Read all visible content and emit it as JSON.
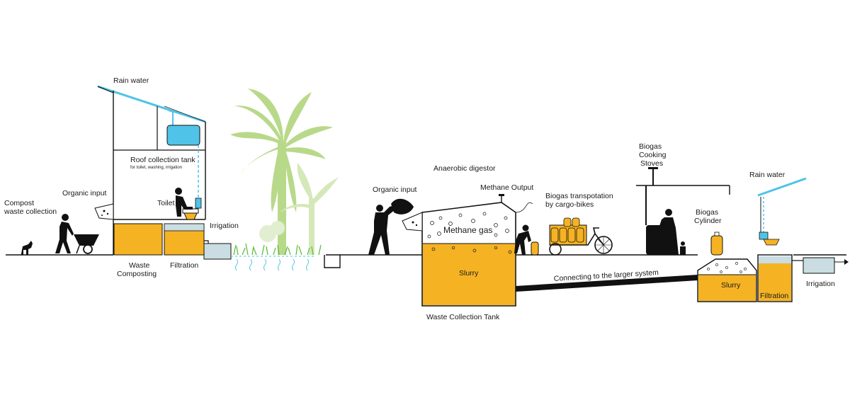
{
  "labels": {
    "rain_water_left": "Rain water",
    "roof_tank": "Roof collection tank",
    "roof_tank_sub": "for toilet, washing, irrigation",
    "compost_line1": "Compost",
    "compost_line2": "waste collection",
    "organic_input_left": "Organic input",
    "toilet": "Toilet",
    "irrigation_left": "Irrigation",
    "waste_line1": "Waste",
    "waste_line2": "Composting",
    "filtration_left": "Filtration",
    "anaerobic_digestor": "Anaerobic digestor",
    "organic_input_mid": "Organic input",
    "methane_output": "Methane Output",
    "methane_gas": "Methane gas",
    "slurry_main": "Slurry",
    "waste_collection_tank": "Waste Collection Tank",
    "biogas_transport_line1": "Biogas transpotation",
    "biogas_transport_line2": "by cargo-bikes",
    "connecting": "Connecting to the larger system",
    "stoves_line1": "Biogas",
    "stoves_line2": "Cooking",
    "stoves_line3": "Stoves",
    "cylinder_line1": "Biogas",
    "cylinder_line2": "Cylinder",
    "slurry_right": "Slurry",
    "rain_water_right": "Rain water",
    "filtration_right": "Filtration",
    "irrigation_right": "Irrigation"
  },
  "colors": {
    "slurry": "#f5b323",
    "water": "#4fc3e8",
    "vegetation": "#b9d98a",
    "ink": "#111111"
  },
  "icons": [
    "dog-icon",
    "wheelbarrow-person-icon",
    "sitting-person-icon",
    "person-lifting-bag-icon",
    "bending-person-icon",
    "cargo-bike-icon",
    "cooking-person-icon",
    "palm-tree-icon",
    "banana-tree-icon"
  ]
}
